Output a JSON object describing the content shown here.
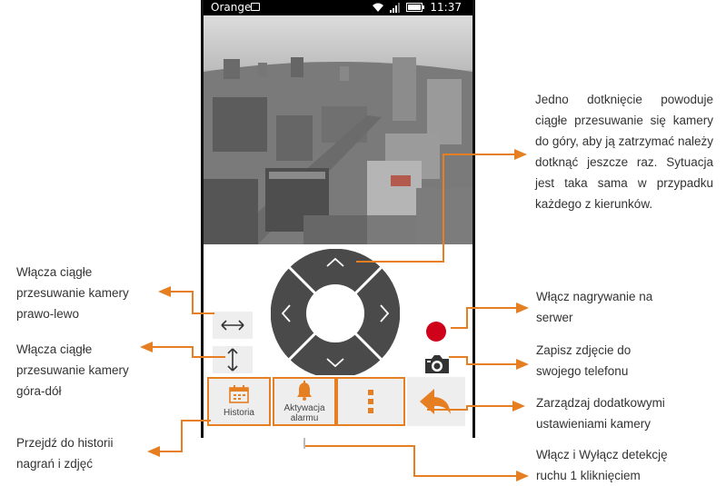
{
  "statusbar": {
    "carrier": "Orange",
    "time": "11:37"
  },
  "tabs": [
    {
      "label": "Historia",
      "icon": "calendar-icon"
    },
    {
      "label": "Aktywacja alarmu",
      "icon": "bell-icon"
    },
    {
      "label": "",
      "icon": "more-vertical-icon"
    }
  ],
  "annotations": {
    "up": "Jedno dotknięcie powoduje ciągłe przesuwanie się kamery do góry, aby ją zatrzymać należy dotknąć jeszcze raz. Sytuacja jest taka sama w przypadku każdego z kierunków.",
    "horizontal": "Włącza ciągłe przesuwanie kamery prawo-lewo",
    "vertical": "Włącza ciągłe przesuwanie kamery góra-dół",
    "history": "Przejdź do historii nagrań i zdjęć",
    "record": "Włącz nagrywanie na serwer",
    "snapshot": "Zapisz zdjęcie do swojego telefonu",
    "settings": "Zarządzaj dodatkowymi ustawieniami kamery",
    "motion": "Włącz i Wyłącz detekcję ruchu 1 kliknięciem"
  },
  "colors": {
    "accent": "#e67e22",
    "record": "#d0021b",
    "dpad": "#4a4a4a",
    "button_bg": "#eeeeee"
  }
}
